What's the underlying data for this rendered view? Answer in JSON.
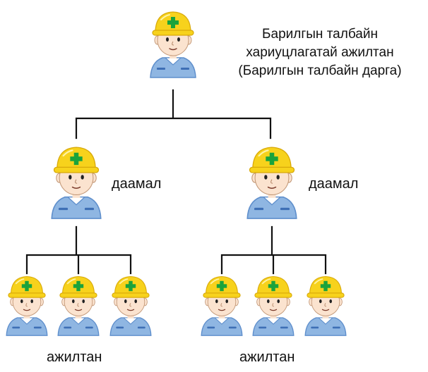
{
  "colors": {
    "helmet": "#f7d21c",
    "helmet_shadow": "#e4b80f",
    "cross": "#1aa33c",
    "shirt": "#8fb6e2",
    "shirt_dark": "#5f8fcc",
    "skin": "#fbe3cf",
    "line": "#111111"
  },
  "icons": [
    "construction-worker-icon"
  ],
  "diagram": {
    "top": {
      "lines": [
        "Барилгын талбайн",
        "хариуцлагатай ажилтан",
        "(Барилгын талбайн дарга)"
      ]
    },
    "supervisors": [
      {
        "label": "даамал"
      },
      {
        "label": "даамал"
      }
    ],
    "worker_groups": [
      {
        "label": "ажилтан"
      },
      {
        "label": "ажилтан"
      }
    ]
  }
}
